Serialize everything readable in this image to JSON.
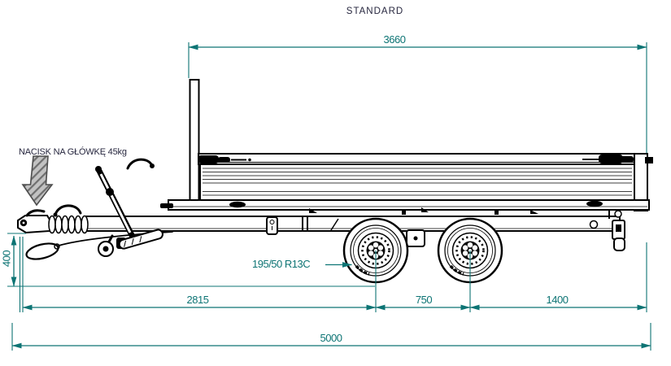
{
  "title": "STANDARD",
  "callouts": {
    "tongue_load": "NACISK NA GŁÓWKĘ 45kg",
    "tire_size": "195/50 R13C"
  },
  "dimensions_mm": {
    "bed_length": "3660",
    "coupling_height": "400",
    "coupling_to_front_axle": "2815",
    "axle_spacing": "750",
    "rear_axle_to_tail": "1400",
    "total_length": "5000"
  },
  "colors": {
    "dimension": "#0d7474",
    "drawing": "#000000",
    "label_text": "#26263e",
    "load_arrow_fill": "#c2c2c2"
  }
}
